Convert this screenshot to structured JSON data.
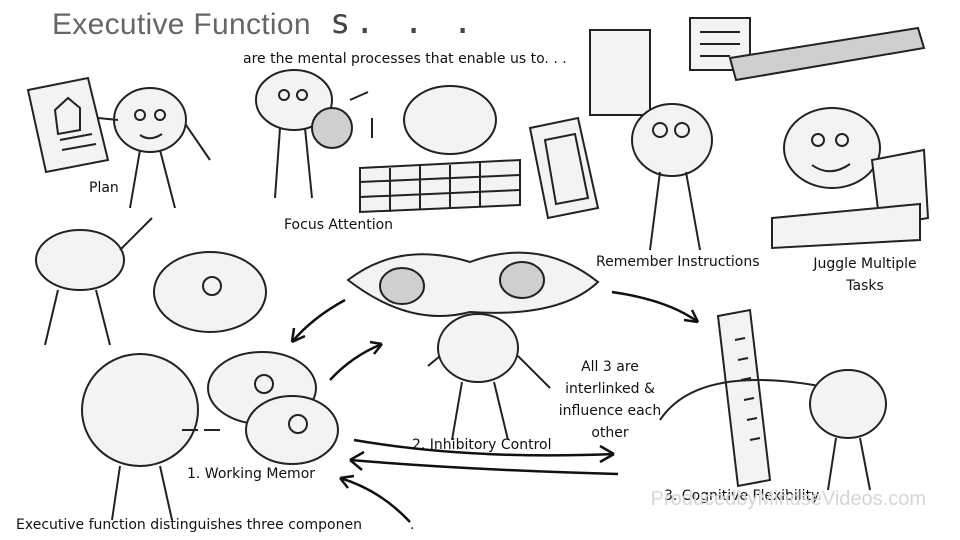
{
  "header": {
    "title": "Executive Function",
    "title_tail": "s. . .",
    "subtitle": "are the mental processes that enable us to. . ."
  },
  "labels": {
    "plan": "Plan",
    "focus_attention": "Focus Attention",
    "remember_instructions": "Remember Instructions",
    "juggle_line1": "Juggle Multiple",
    "juggle_line2": "Tasks",
    "interlinked_1": "All 3 are",
    "interlinked_2": "interlinked &",
    "interlinked_3": "influence each",
    "interlinked_4": "other",
    "working_memory": "1. Working Memor",
    "inhibitory_control": "2. Inhibitory Control",
    "cognitive_flexibility": "3. Cognitive Flexibility",
    "footer": "Executive function distinguishes three componen",
    "footer_tail": "."
  },
  "watermark": "ProducedbyMindseVideos.com",
  "icons": [
    "brain-character-icon",
    "blueprint-icon",
    "globe-icon",
    "brick-wall-icon",
    "window-frame-icon",
    "paint-bucket-icon",
    "lightbulb-icon",
    "ladder-icon",
    "arrow-icon"
  ]
}
